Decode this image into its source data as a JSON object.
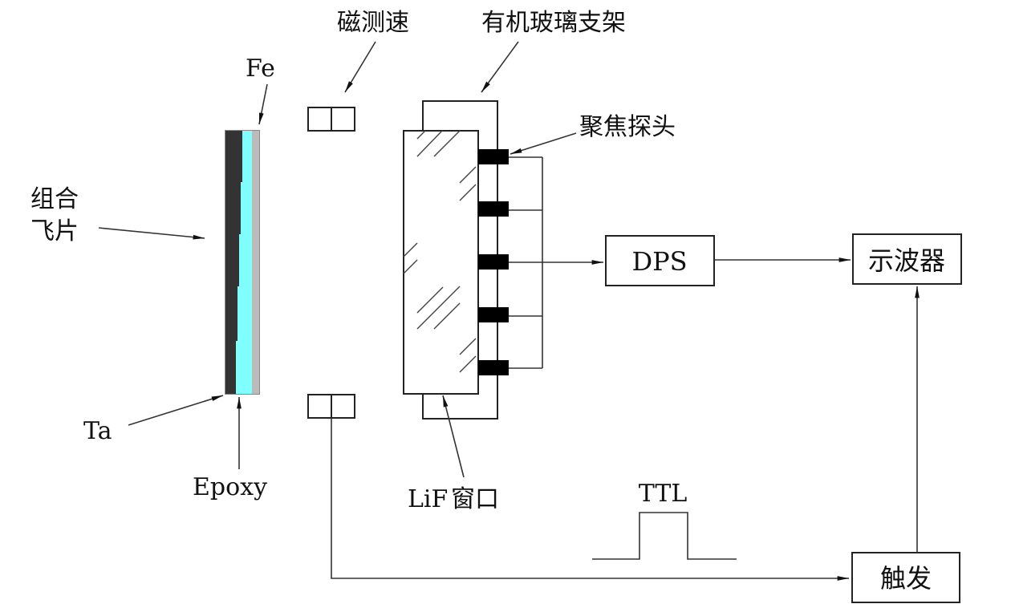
{
  "labels": {
    "flyer": "组合飞片",
    "flyer_line1": "组合",
    "flyer_line2": "飞片",
    "fe": "Fe",
    "ta": "Ta",
    "epoxy": "Epoxy",
    "magnetic_velocity": "磁测速",
    "pmma_holder": "有机玻璃支架",
    "focus_probe": "聚焦探头",
    "lif_window": "LiF窗口",
    "dps": "DPS",
    "oscilloscope": "示波器",
    "trigger": "触发",
    "ttl": "TTL"
  },
  "colors": {
    "ta_layer": "#333333",
    "epoxy_layer": "#80ffff",
    "fe_layer": "#bbbbbb",
    "probe": "#000000",
    "line": "#222222"
  },
  "probes": [
    {
      "name": "probe-1"
    },
    {
      "name": "probe-2"
    },
    {
      "name": "probe-3"
    },
    {
      "name": "probe-4"
    },
    {
      "name": "probe-5"
    }
  ]
}
